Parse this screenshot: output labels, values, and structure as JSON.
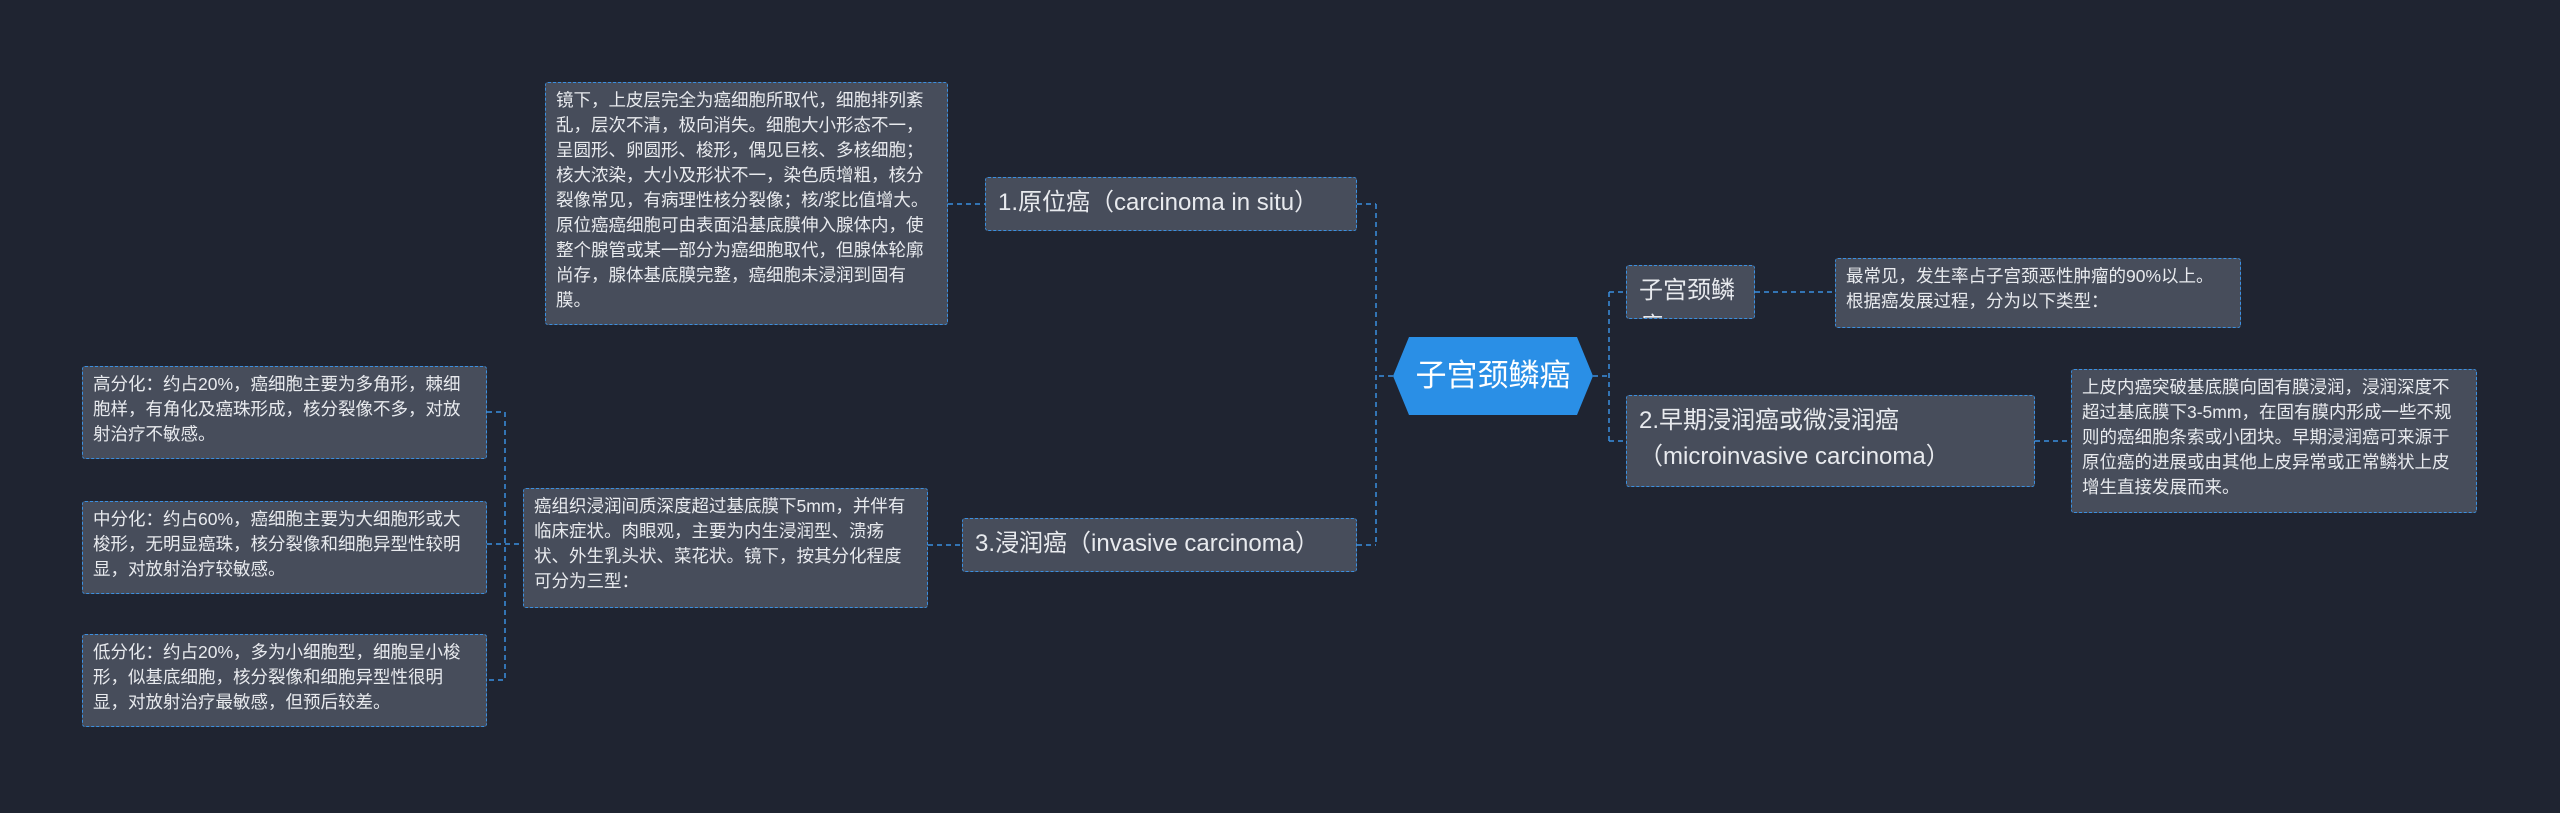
{
  "central_topic": "子宫颈鳞癌",
  "branches": {
    "scc": {
      "label": "子宫颈鳞癌：",
      "note": "最常见，发生率占子宫颈恶性肿瘤的90%以上。根据癌发展过程，分为以下类型："
    },
    "early": {
      "label": "2.早期浸润癌或微浸润癌（microinvasive carcinoma）",
      "note": "上皮内癌突破基底膜向固有膜浸润，浸润深度不超过基底膜下3-5mm，在固有膜内形成一些不规则的癌细胞条索或小团块。早期浸润癌可来源于原位癌的进展或由其他上皮异常或正常鳞状上皮增生直接发展而来。"
    },
    "insitu": {
      "label": "1.原位癌（carcinoma in situ）",
      "note": "镜下，上皮层完全为癌细胞所取代，细胞排列紊乱，层次不清，极向消失。细胞大小形态不一，呈圆形、卵圆形、梭形，偶见巨核、多核细胞；核大浓染，大小及形状不一，染色质增粗，核分裂像常见，有病理性核分裂像；核/浆比值增大。原位癌癌细胞可由表面沿基底膜伸入腺体内，使整个腺管或某一部分为癌细胞取代，但腺体轮廓尚存，腺体基底膜完整，癌细胞未浸润到固有膜。"
    },
    "invasive": {
      "label": "3.浸润癌（invasive carcinoma）",
      "note": "癌组织浸润间质深度超过基底膜下5mm，并伴有临床症状。肉眼观，主要为内生浸润型、溃疡状、外生乳头状、菜花状。镜下，按其分化程度可分为三型：",
      "grades": [
        "高分化：约占20%，癌细胞主要为多角形，棘细胞样，有角化及癌珠形成，核分裂像不多，对放射治疗不敏感。",
        "中分化：约占60%，癌细胞主要为大细胞形或大梭形，无明显癌珠，核分裂像和细胞异型性较明显，对放射治疗较敏感。",
        "低分化：约占20%，多为小细胞型，细胞呈小梭形，似基底细胞，核分裂像和细胞异型性很明显，对放射治疗最敏感，但预后较差。"
      ]
    }
  },
  "colors": {
    "background": "#1f2431",
    "node_fill": "#474d5b",
    "connector": "#3a8fe0",
    "central_fill": "#2a8fe6"
  }
}
